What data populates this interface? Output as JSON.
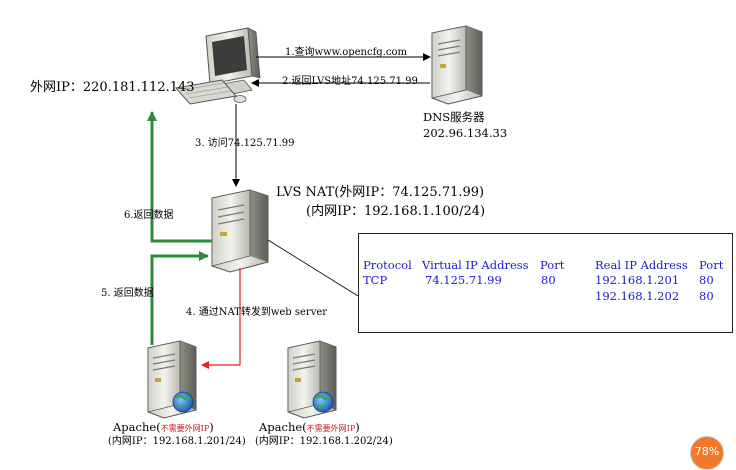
{
  "step1": "1.查询www.opencfg.com",
  "step2": "2.返回LVS地址74.125.71.99",
  "step3": "3. 访问74.125.71.99",
  "step4": "4. 通过NAT转发到web server",
  "step5": "5. 返回数据",
  "step6": "6.返回数据",
  "client_ip": "外网IP：220.181.112.143",
  "dns_name": "DNS服务器",
  "dns_ip": "202.96.134.33",
  "lvs_line1": "LVS   NAT(外网IP：74.125.71.99)",
  "lvs_line2": "(内网IP：192.168.1.100/24)",
  "apache1_name": "Apache(",
  "apache1_note": "不需要外网IP",
  "apache1_close": ")",
  "apache1_ip": "(内网IP：192.168.1.201/24)",
  "apache2_name": "Apache(",
  "apache2_note": "不需要外网IP",
  "apache2_close": ")",
  "apache2_ip": "(内网IP：192.168.1.202/24)",
  "table": {
    "headers": [
      "Protocol",
      "Virtual IP Address",
      "Port",
      "Real IP Address",
      "Port"
    ],
    "rows": [
      [
        "TCP",
        "74.125.71.99",
        "80",
        "192.168.1.201",
        "80"
      ],
      [
        "",
        "",
        "",
        "192.168.1.202",
        "80"
      ]
    ]
  },
  "badge": "78%",
  "colors": {
    "green": "#2e8b3a",
    "red": "#e02020",
    "table_text": "#1a1acf"
  }
}
